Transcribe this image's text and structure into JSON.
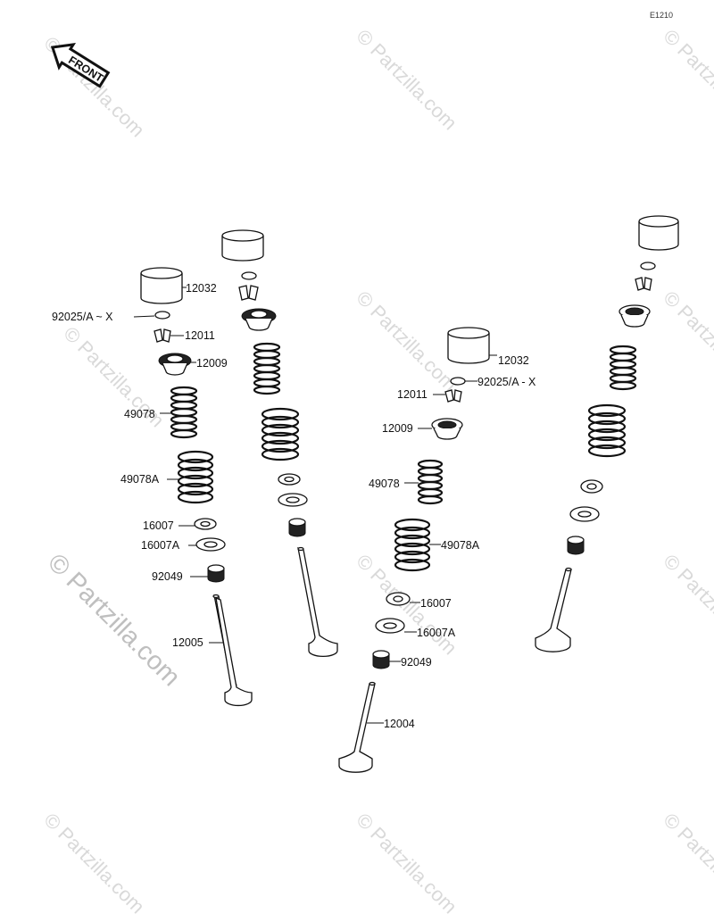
{
  "diagram": {
    "code": "E1210",
    "front_label": "FRONT",
    "watermark": "© Partzilla.com",
    "labels": {
      "left_tappet": "12032",
      "left_shim": "92025/A ~ X",
      "left_keeper": "12011",
      "left_retainer": "12009",
      "left_inner_spring": "49078",
      "left_outer_spring": "49078A",
      "left_seat": "16007",
      "left_seat_a": "16007A",
      "left_seal": "92049",
      "left_valve": "12005",
      "mid_tappet": "12032",
      "mid_shim": "92025/A - X",
      "mid_keeper": "12011",
      "mid_retainer": "12009",
      "mid_inner_spring": "49078",
      "mid_outer_spring": "49078A",
      "mid_seat": "16007",
      "mid_seat_a": "16007A",
      "mid_seal": "92049",
      "mid_valve": "12004"
    }
  }
}
